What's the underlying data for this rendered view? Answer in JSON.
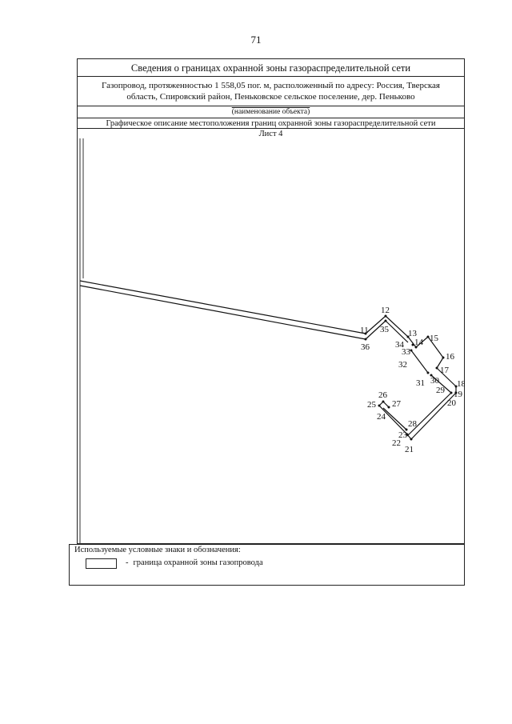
{
  "page_number": "71",
  "title": "Сведения о границах охранной зоны газораспределительной сети",
  "object_description": "Газопровод, протяженностью 1 558,05 пог. м, расположенный по адресу: Россия, Тверская область, Спировский район, Пеньковское сельское поселение, дер. Пеньково",
  "object_caption": "(наименование объекта)",
  "graphic_title": "Графическое описание местоположения границ охранной зоны газораспределительной сети",
  "sheet": "Лист 4",
  "points": [
    {
      "id": "11",
      "label": "11"
    },
    {
      "id": "12",
      "label": "12"
    },
    {
      "id": "13",
      "label": "13"
    },
    {
      "id": "14",
      "label": "14"
    },
    {
      "id": "15",
      "label": "15"
    },
    {
      "id": "16",
      "label": "16"
    },
    {
      "id": "17",
      "label": "17"
    },
    {
      "id": "18",
      "label": "18"
    },
    {
      "id": "19",
      "label": "19"
    },
    {
      "id": "20",
      "label": "20"
    },
    {
      "id": "21",
      "label": "21"
    },
    {
      "id": "22",
      "label": "22"
    },
    {
      "id": "23",
      "label": "23"
    },
    {
      "id": "24",
      "label": "24"
    },
    {
      "id": "25",
      "label": "25"
    },
    {
      "id": "26",
      "label": "26"
    },
    {
      "id": "27",
      "label": "27"
    },
    {
      "id": "28",
      "label": "28"
    },
    {
      "id": "29",
      "label": "29"
    },
    {
      "id": "30",
      "label": "30"
    },
    {
      "id": "31",
      "label": "31"
    },
    {
      "id": "32",
      "label": "32"
    },
    {
      "id": "33",
      "label": "33"
    },
    {
      "id": "34",
      "label": "34"
    },
    {
      "id": "35",
      "label": "35"
    },
    {
      "id": "36",
      "label": "36"
    }
  ],
  "legend": {
    "title": "Используемые условные знаки и обозначения:",
    "dash": "-",
    "item_label": "граница охранной зоны газопровода"
  }
}
